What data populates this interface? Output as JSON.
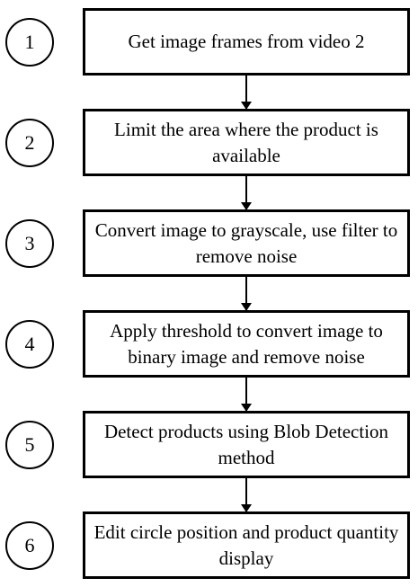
{
  "steps": [
    {
      "number": "1",
      "text": "Get image frames from video 2"
    },
    {
      "number": "2",
      "text": "Limit the area where the product is available"
    },
    {
      "number": "3",
      "text": "Convert image to grayscale, use filter to remove noise"
    },
    {
      "number": "4",
      "text": "Apply threshold to convert image to binary image and remove noise"
    },
    {
      "number": "5",
      "text": "Detect products using Blob Detection method"
    },
    {
      "number": "6",
      "text": "Edit circle position and product quantity display"
    }
  ]
}
